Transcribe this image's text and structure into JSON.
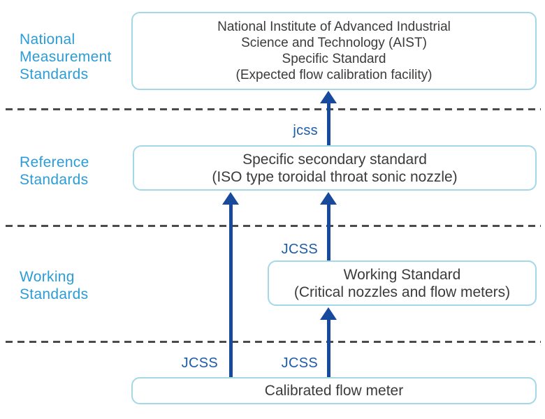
{
  "colors": {
    "tier_label_blue": "#2B9CD8",
    "box_border_cyan": "#A3D8E6",
    "arrow_navy": "#17499C",
    "jcss_text_blue": "#1D5CA8",
    "box_text_gray": "#3B3B3B",
    "divider_gray": "#4D4A4A"
  },
  "tiers": {
    "national": {
      "label_lines": [
        "National",
        "Measurement",
        "Standards"
      ]
    },
    "reference": {
      "label_lines": [
        "Reference",
        "Standards"
      ]
    },
    "working": {
      "label_lines": [
        "Working",
        "Standards"
      ]
    }
  },
  "boxes": {
    "aist": {
      "lines": [
        "National Institute of Advanced Industrial",
        "Science and Technology (AIST)",
        "Specific Standard",
        "(Expected flow calibration facility)"
      ]
    },
    "reference": {
      "lines": [
        "Specific secondary standard",
        "(ISO type toroidal throat sonic nozzle)"
      ]
    },
    "working": {
      "lines": [
        "Working Standard",
        "(Critical nozzles and flow meters)"
      ]
    },
    "calibrated": {
      "lines": [
        "Calibrated flow meter"
      ]
    }
  },
  "arrow_labels": {
    "reference_to_national": "jcss",
    "working_to_reference": "JCSS",
    "calibrated_to_reference": "JCSS",
    "calibrated_to_working": "JCSS"
  }
}
